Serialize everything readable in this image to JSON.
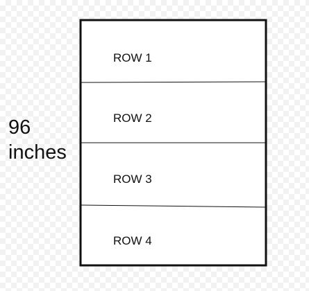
{
  "dimension": {
    "value": "96",
    "unit": "inches"
  },
  "rows": [
    {
      "label": "ROW 1"
    },
    {
      "label": "ROW 2"
    },
    {
      "label": "ROW 3"
    },
    {
      "label": "ROW 4"
    }
  ],
  "colors": {
    "stroke": "#111111",
    "fill": "#ffffff"
  }
}
